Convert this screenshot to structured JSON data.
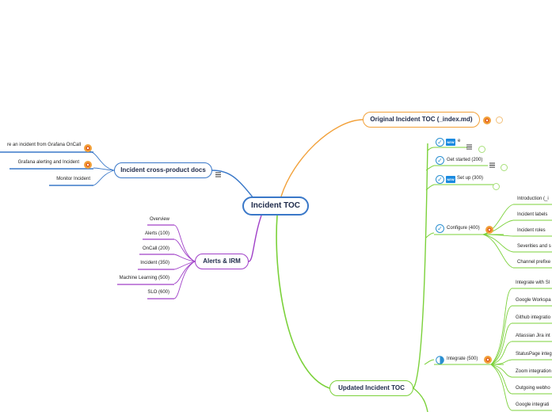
{
  "central": {
    "label": "Incident TOC"
  },
  "original": {
    "label": "Original Incident TOC (_index.md)"
  },
  "updated": {
    "label": "Updated Incident TOC",
    "children": [
      {
        "label": "e"
      },
      {
        "label": "Get started (200)"
      },
      {
        "label": "Set up  (300)"
      },
      {
        "label": "Configure (400)",
        "items": [
          "Introduction (_i",
          "Incident labels",
          "Incident roles",
          "Severities and s",
          "Channel prefixe"
        ]
      },
      {
        "label": "Integrate (500)",
        "items": [
          "Integrate with Sl",
          "Google Workspa",
          "Github integratio",
          "Atlassian Jira int",
          "StatusPage integ",
          "Zoom integration",
          "Outgoing webho",
          "Google integrati"
        ]
      }
    ],
    "badge": "NEW"
  },
  "crossdocs": {
    "label": "Incident cross-product docs",
    "items": [
      "re an incident from Grafana OnCall",
      "Grafana alerting and Incident",
      "Monitor Incident"
    ]
  },
  "alerts": {
    "label": "Alerts & IRM",
    "items": [
      "Overview",
      "Alerts (100)",
      "OnCall (200)",
      "Incident (350)",
      "Machine Learning (500)",
      "SLO (600)"
    ]
  },
  "colors": {
    "blue": "#3a78c8",
    "orange": "#f2a13a",
    "green": "#7bd13a",
    "purple": "#a040c8",
    "iconblue": "#2a8fd0"
  },
  "icons": [
    "grafana-logo-icon",
    "check-circle-icon",
    "new-badge-icon",
    "menu-lines-icon",
    "half-pie-icon"
  ]
}
